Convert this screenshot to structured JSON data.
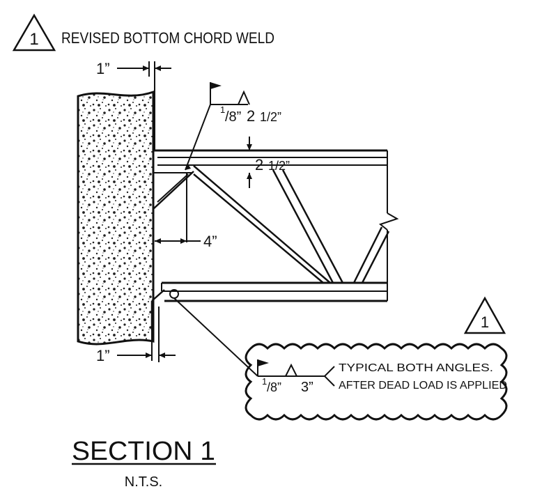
{
  "revision": {
    "number": "1",
    "title": "REVISED BOTTOM CHORD WELD"
  },
  "dimensions": {
    "top_gap": "1”",
    "top_weld_size_num": "1",
    "top_weld_size_den": "/8”",
    "top_weld_len": "2 ",
    "top_weld_len_frac": "1/2”",
    "chord_depth": "2 ",
    "chord_depth_frac": "1/2”",
    "bearing": "4”",
    "bottom_gap": "1”"
  },
  "bottom_weld": {
    "size_num": "1",
    "size_den": "/8”",
    "length": "3”",
    "note_line1": "TYPICAL BOTH ANGLES.",
    "note_line2": "AFTER DEAD LOAD IS APPLIED",
    "rev_number": "1"
  },
  "section": {
    "title": "SECTION 1",
    "scale": "N.T.S."
  }
}
